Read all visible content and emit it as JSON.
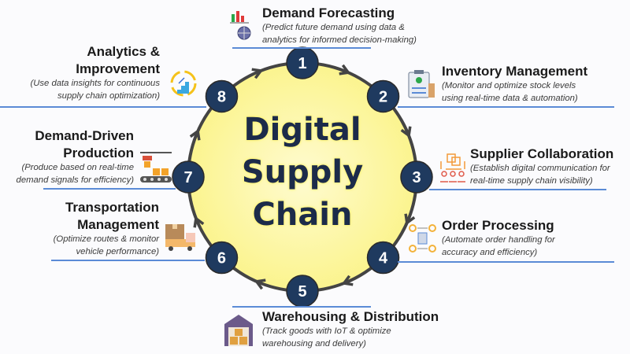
{
  "center": {
    "line1": "Digital",
    "line2": "Supply",
    "line3": "Chain"
  },
  "colors": {
    "node": "#1f3a5f",
    "fill": "#fdf8a6",
    "ring": "#444444",
    "underline": "#5b8bd6"
  },
  "steps": [
    {
      "num": "1",
      "title": "Demand Forecasting",
      "desc1": "(Predict future demand using data &",
      "desc2": "analytics for informed decision-making)",
      "icon": "chart-globe-icon"
    },
    {
      "num": "2",
      "title": "Inventory Management",
      "desc1": "(Monitor and optimize stock levels",
      "desc2": "using real-time data & automation)",
      "icon": "clipboard-inventory-icon"
    },
    {
      "num": "3",
      "title": "Supplier Collaboration",
      "desc1": "(Establish digital communication for",
      "desc2": "real-time supply chain visibility)",
      "icon": "supplier-network-icon"
    },
    {
      "num": "4",
      "title": "Order Processing",
      "desc1": "(Automate order handling for",
      "desc2": "accuracy and efficiency)",
      "icon": "order-cycle-icon"
    },
    {
      "num": "5",
      "title": "Warehousing & Distribution",
      "desc1": "(Track goods with IoT & optimize",
      "desc2": "warehousing and delivery)",
      "icon": "warehouse-icon"
    },
    {
      "num": "6",
      "title1": "Transportation",
      "title2": "Management",
      "desc1": "(Optimize routes & monitor",
      "desc2": "vehicle performance)",
      "icon": "delivery-truck-icon"
    },
    {
      "num": "7",
      "title1": "Demand-Driven",
      "title2": "Production",
      "desc1": "(Produce based on real-time",
      "desc2": "demand signals for efficiency)",
      "icon": "conveyor-production-icon"
    },
    {
      "num": "8",
      "title1": "Analytics &",
      "title2": "Improvement",
      "desc1": "(Use data insights for continuous",
      "desc2": "supply chain optimization)",
      "icon": "improvement-cycle-icon"
    }
  ]
}
